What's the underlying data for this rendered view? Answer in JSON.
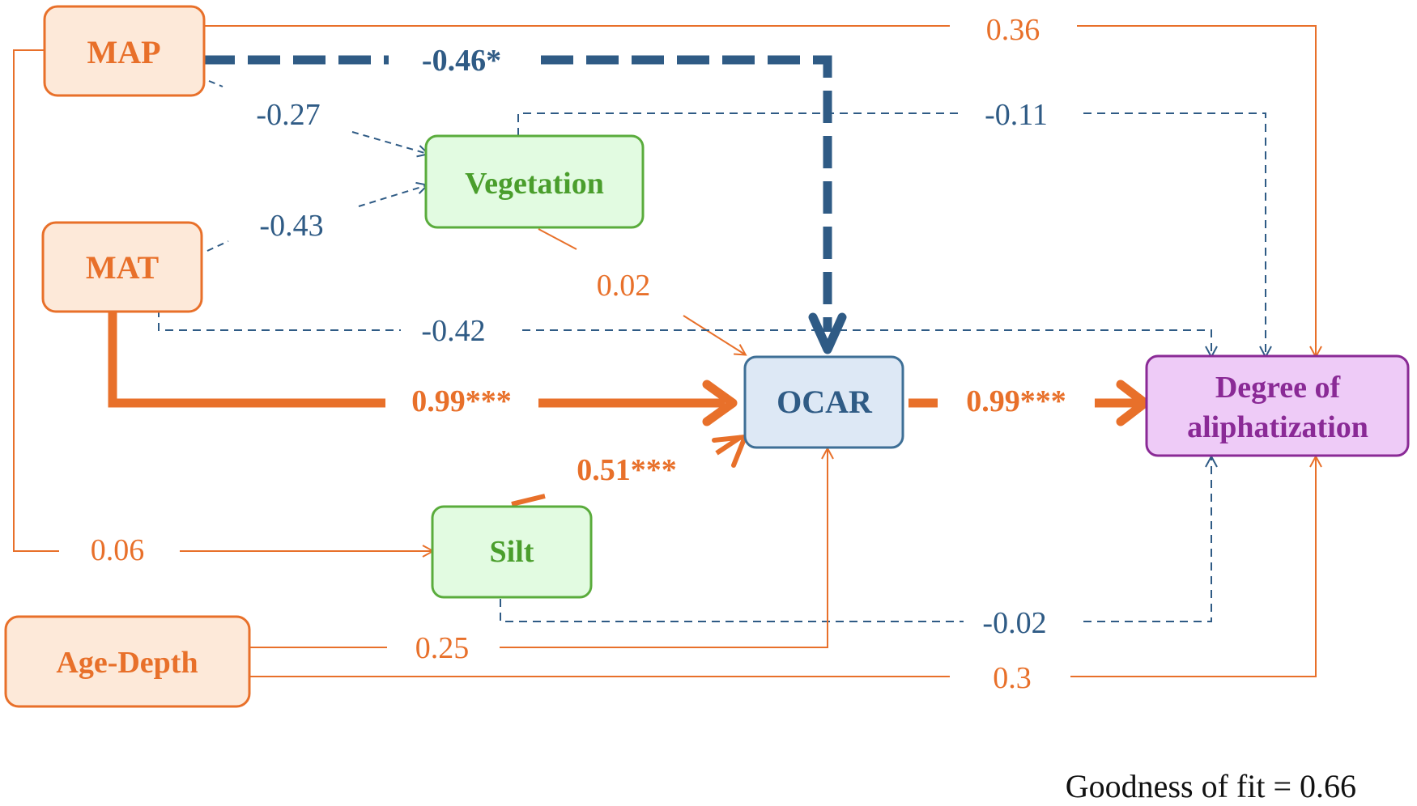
{
  "colors": {
    "positive": "#e8702a",
    "negative": "#2f5b85",
    "climate_fill": "#fde9d9",
    "soil_fill": "#e2fbe1",
    "soil_stroke": "#5aac3c",
    "soil_text": "#4a9e2c",
    "ocar_fill": "#dde8f5",
    "ocar_stroke": "#3e6f96",
    "degree_fill": "#eecbf7",
    "degree_stroke": "#8a2a96",
    "degree_text": "#8a2a96"
  },
  "nodes": {
    "map": "MAP",
    "mat": "MAT",
    "vegetation": "Vegetation",
    "silt": "Silt",
    "age_depth": "Age-Depth",
    "ocar": "OCAR",
    "degree_line1": "Degree of",
    "degree_line2": "aliphatization"
  },
  "paths": {
    "map_degree": "0.36",
    "map_ocar": "-0.46*",
    "map_vegetation": "-0.27",
    "vegetation_degree": "-0.11",
    "mat_vegetation": "-0.43",
    "vegetation_ocar": "0.02",
    "mat_degree": "-0.42",
    "mat_ocar": "0.99***",
    "ocar_degree": "0.99***",
    "silt_ocar": "0.51***",
    "map_silt": "0.06",
    "silt_degree": "-0.02",
    "age_ocar": "0.25",
    "age_degree": "0.3"
  },
  "footer": {
    "fit": "Goodness of fit = 0.66"
  }
}
